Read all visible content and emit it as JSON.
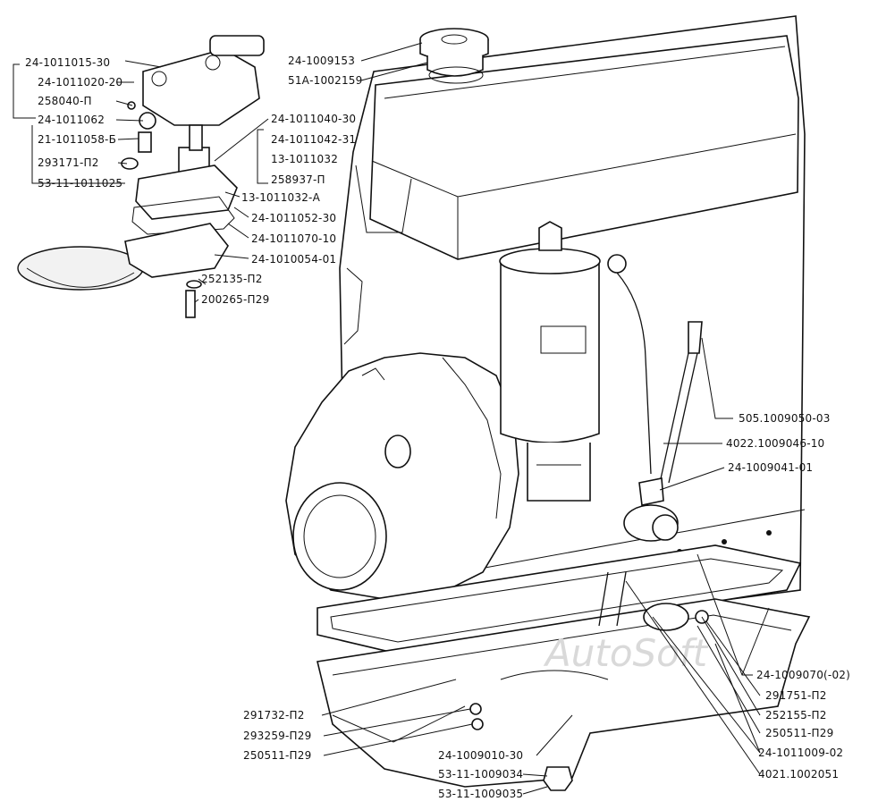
{
  "watermark": "AutoSoft",
  "labels": {
    "l01": "24-1011015-30",
    "l02": "24-1011020-20",
    "l03": "258040-П",
    "l04": "24-1011062",
    "l05": "21-1011058-Б",
    "l06": "293171-П2",
    "l07": "53-11-1011025",
    "l08": "24-1011040-30",
    "l09": "24-1011042-31",
    "l10": "13-1011032",
    "l11": "258937-П",
    "l12": "13-1011032-А",
    "l13": "24-1011052-30",
    "l14": "24-1011070-10",
    "l15": "24-1010054-01",
    "l16": "252135-П2",
    "l17": "200265-П29",
    "l18": "24-1009153",
    "l19": "51А-1002159",
    "l20": "505.1009050-03",
    "l21": "4022.1009046-10",
    "l22": "24-1009041-01",
    "l23": "24-1009070(-02)",
    "l24": "291751-П2",
    "l25": "252155-П2",
    "l26": "250511-П29",
    "l27": "24-1011009-02",
    "l28": "4021.1002051",
    "l29": "291732-П2",
    "l30": "293259-П29",
    "l31": "250511-П29",
    "l32": "24-1009010-30",
    "l33": "53-11-1009034",
    "l34": "53-11-1009035"
  }
}
